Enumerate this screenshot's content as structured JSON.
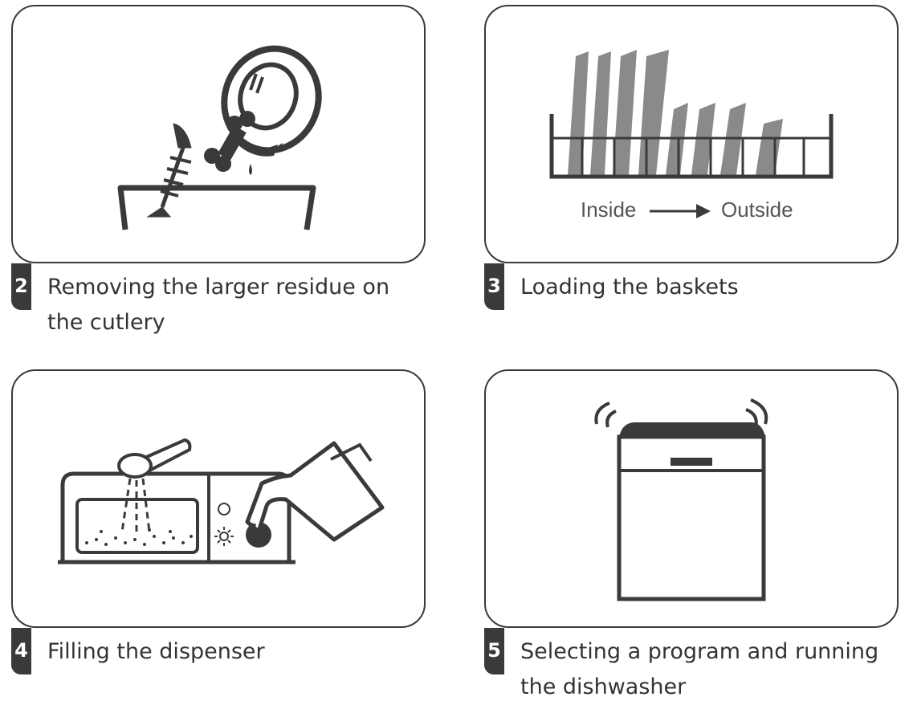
{
  "steps": [
    {
      "number": "2",
      "caption": "Removing the larger residue on the cutlery"
    },
    {
      "number": "3",
      "caption": "Loading the baskets",
      "inside_label": "Inside",
      "outside_label": "Outside"
    },
    {
      "number": "4",
      "caption": "Filling the dispenser"
    },
    {
      "number": "5",
      "caption": "Selecting a program and running the dishwasher"
    }
  ],
  "colors": {
    "line": "#3a3a3a",
    "gray_plates": "#8a8a8a",
    "text": "#333333"
  }
}
